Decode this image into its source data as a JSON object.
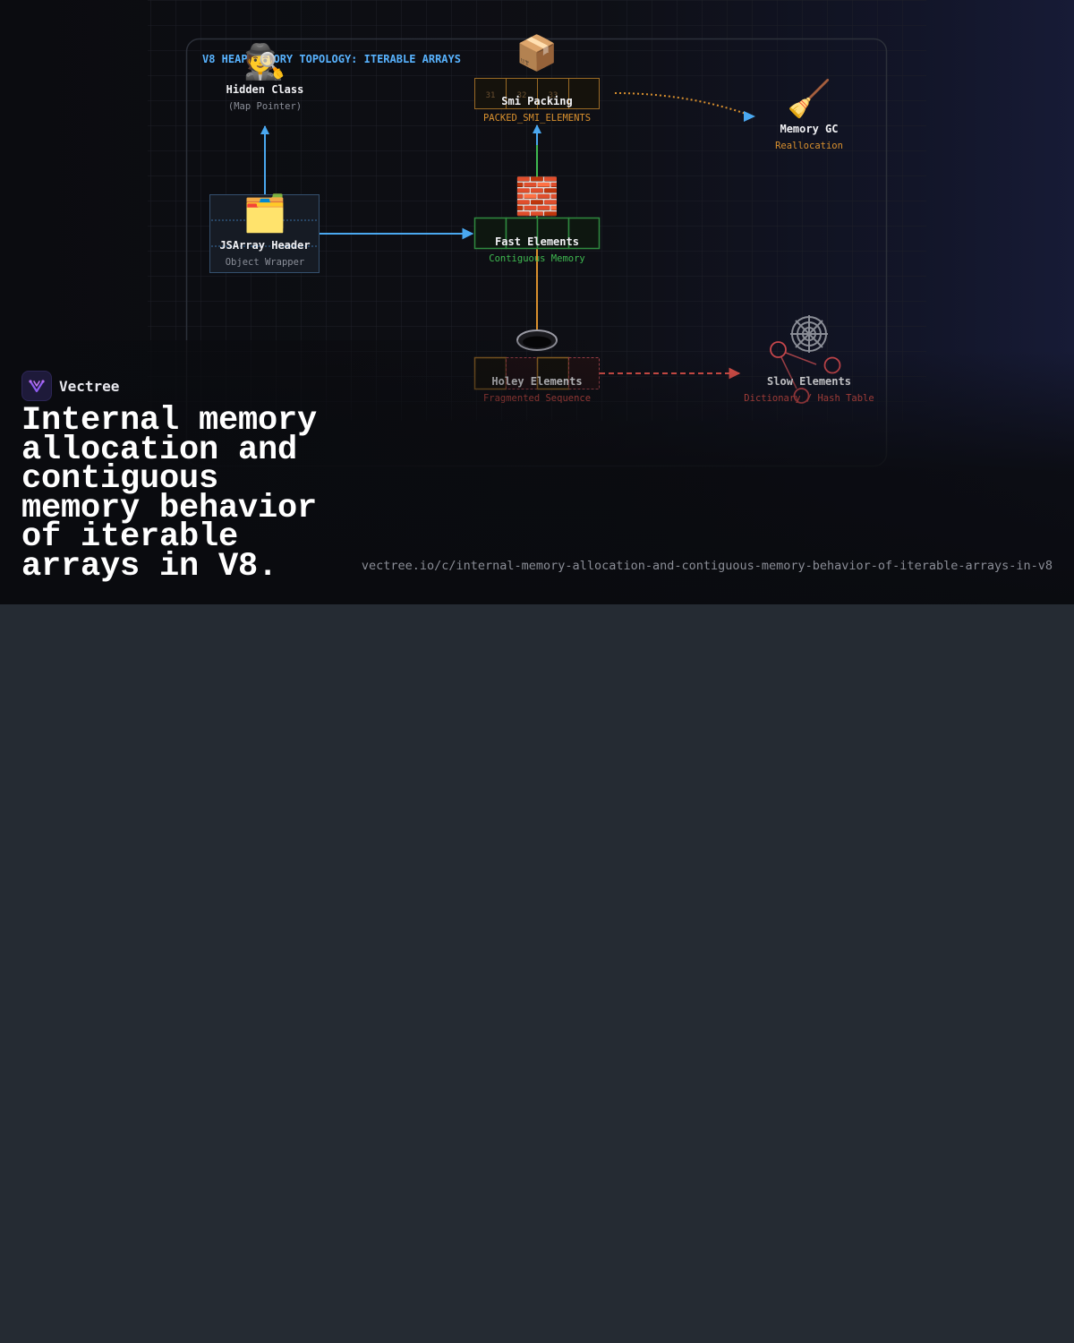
{
  "diagram": {
    "title": "V8 HEAP MEMORY TOPOLOGY: ITERABLE ARRAYS",
    "nodes": [
      {
        "id": "hidden",
        "icon": "detective-icon",
        "glyph": "🕵️",
        "label": "Hidden Class",
        "sub": "(Map Pointer)"
      },
      {
        "id": "smi",
        "icon": "package-icon",
        "glyph": "📦",
        "label": "Smi Packing",
        "sub": "PACKED_SMI_ELEMENTS",
        "cells": [
          "31",
          "32",
          "33",
          ""
        ]
      },
      {
        "id": "gc",
        "icon": "broom-icon",
        "glyph": "🧹",
        "label": "Memory GC",
        "sub": "Reallocation"
      },
      {
        "id": "jsarray",
        "icon": "folder-icon",
        "glyph": "🗂️",
        "label": "JSArray Header",
        "sub": "Object Wrapper"
      },
      {
        "id": "fast",
        "icon": "bricks-icon",
        "glyph": "🧱",
        "label": "Fast Elements",
        "sub": "Contiguous Memory"
      },
      {
        "id": "holey",
        "icon": "hole-icon",
        "glyph": "🕳️",
        "label": "Holey Elements",
        "sub": "Fragmented Sequence"
      },
      {
        "id": "slow",
        "icon": "spider-web-icon",
        "glyph": "🕸️",
        "label": "Slow Elements",
        "sub": "Dictionary / Hash Table"
      }
    ],
    "colors": {
      "blue": "#4aa8f0",
      "green": "#3fb950",
      "orange": "#d9902e",
      "red": "#e5534b",
      "title": "#58b3ff"
    }
  },
  "brand": {
    "name": "Vectree",
    "icon": "vectree-logo-icon"
  },
  "headline": "Internal memory allocation and contiguous memory behavior of iterable arrays in V8.",
  "url": "vectree.io/c/internal-memory-allocation-and-contiguous-memory-behavior-of-iterable-arrays-in-v8"
}
